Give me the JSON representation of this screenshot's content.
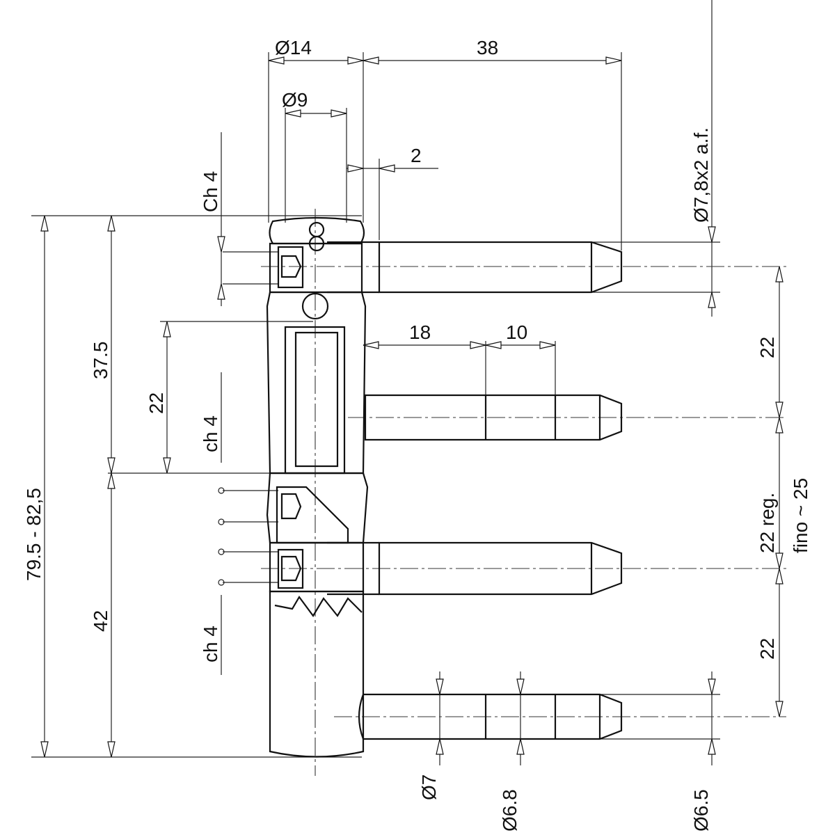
{
  "drawing": {
    "dimensions": {
      "d14": "Ø14",
      "l38": "38",
      "d9": "Ø9",
      "l2": "2",
      "ch4_top": "Ch 4",
      "d78": "Ø7,8x2 a.f.",
      "l18": "18",
      "l10": "10",
      "l22_right_top": "22",
      "l37_5": "37.5",
      "l22_left": "22",
      "ch4_mid": "ch 4",
      "l79": "79.5 - 82,5",
      "l42": "42",
      "ch4_low": "ch 4",
      "l22reg": "22 reg.",
      "fino25": "fino ~ 25",
      "l22_right_bottom": "22",
      "d7": "Ø7",
      "d68": "Ø6.8",
      "d65": "Ø6.5"
    }
  }
}
